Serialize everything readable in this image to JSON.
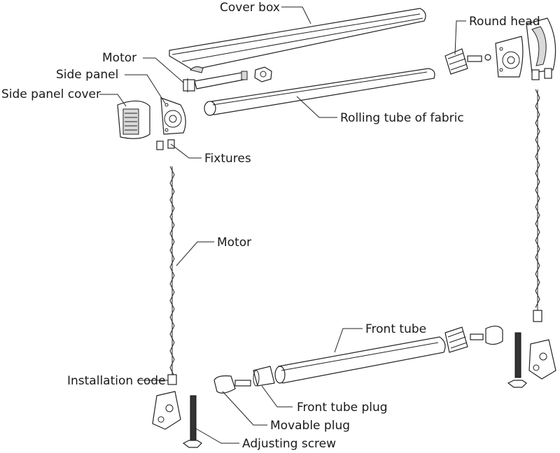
{
  "labels": {
    "cover_box": "Cover box",
    "round_head": "Round head",
    "motor_top": "Motor",
    "side_panel": "Side panel",
    "side_panel_cover": "Side panel cover",
    "rolling_tube": "Rolling tube of fabric",
    "fixtures": "Fixtures",
    "motor_cable": "Motor",
    "front_tube": "Front tube",
    "installation_code": "Installation code",
    "front_tube_plug": "Front tube plug",
    "movable_plug": "Movable plug",
    "adjusting_screw": "Adjusting screw"
  }
}
